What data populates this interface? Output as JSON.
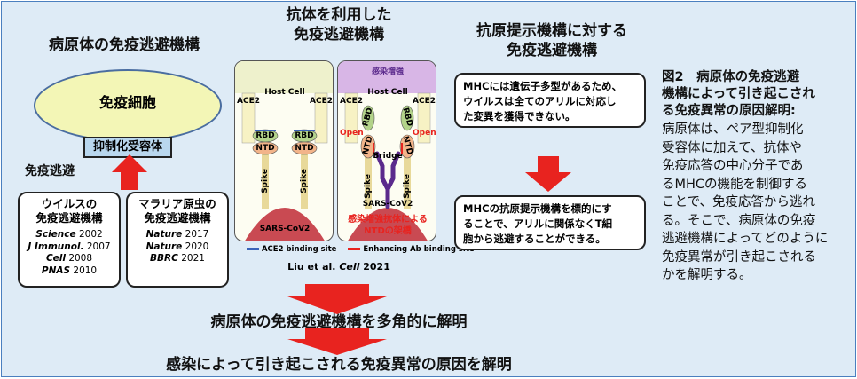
{
  "left": {
    "title": "病原体の免疫逃避機構",
    "immune_cell": "免疫細胞",
    "receptor": "抑制化受容体",
    "escape": "免疫逃避",
    "virus_box": {
      "title_lines": [
        "ウイルスの",
        "免疫逃避機構"
      ],
      "refs": [
        {
          "journal": "Science",
          "year": "2002"
        },
        {
          "journal": "J Immunol.",
          "year": "2007"
        },
        {
          "journal": "Cell",
          "year": "2008"
        },
        {
          "journal": "PNAS",
          "year": "2010"
        }
      ]
    },
    "malaria_box": {
      "title_lines": [
        "マラリア原虫の",
        "免疫逃避機構"
      ],
      "refs": [
        {
          "journal": "Nature",
          "year": "2017"
        },
        {
          "journal": "Nature",
          "year": "2020"
        },
        {
          "journal": "BBRC",
          "year": "2021"
        }
      ]
    }
  },
  "middle": {
    "title_lines": [
      "抗体を利用した",
      "免疫逃避機構"
    ],
    "host_cell": "Host Cell",
    "ace2": "ACE2",
    "rbd": "RBD",
    "ntd": "NTD",
    "spike": "Spike",
    "sars": "SARS-CoV2",
    "enhance_label": "感染増強",
    "open": "Open",
    "bridge": "Bridge",
    "bottom_label_lines": [
      "感染増強抗体による",
      "NTDの架橋"
    ],
    "legend": {
      "ace2_site": "ACE2 binding site",
      "enhancing_site": "Enhancing Ab binding site"
    },
    "citation": {
      "authors": "Liu et al.",
      "journal": "Cell",
      "year": "2021"
    }
  },
  "mhc": {
    "title_lines": [
      "抗原提示機構に対する",
      "免疫逃避機構"
    ],
    "box1_lines": [
      "MHCには遺伝子多型があるため、",
      "ウイルスは全てのアリルに対応し",
      "た変異を獲得できない。"
    ],
    "box2_lines": [
      "MHCの抗原提示機構を標的にす",
      "ることで、アリルに関係なくT細",
      "胞から逃避することができる。"
    ]
  },
  "caption": {
    "heading_lines": [
      "図2　病原体の免疫逃避",
      "機構によって引き起こされ",
      "る免疫異常の原因解明:"
    ],
    "body_lines": [
      "病原体は、ペア型抑制化",
      "受容体に加えて、抗体や",
      "免疫応答の中心分子であ",
      "るMHCの機能を制御する",
      "ことで、免疫応答から逃れ",
      "る。そこで、病原体の免疫",
      "逃避機構によってどのように",
      "免疫異常が引き起こされる",
      "かを解明する。"
    ]
  },
  "conclusions": {
    "first": "病原体の免疫逃避機構を多角的に解明",
    "second": "感染によって引き起こされる免疫異常の原因を解明"
  },
  "colors": {
    "arrow": "#e8231f",
    "background": "#deebf6",
    "cell": "#f3f6b6",
    "receptor": "#b9d7ee",
    "virus": "#c94a52",
    "enhance": "#d8b6e6"
  }
}
